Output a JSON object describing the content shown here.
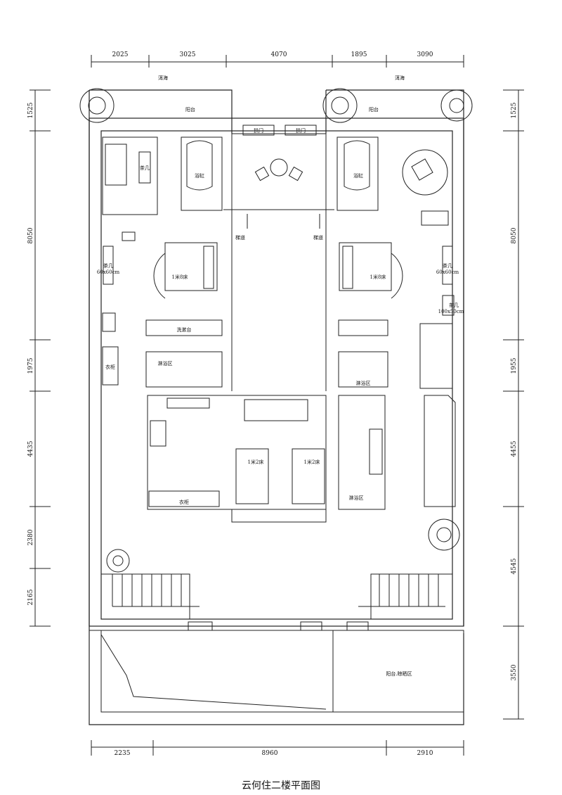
{
  "title": "云何住二楼平面图",
  "dimensions": {
    "top": [
      "2025",
      "3025",
      "4070",
      "1895",
      "3090"
    ],
    "bottom": [
      "2235",
      "8960",
      "2910"
    ],
    "left": [
      "1525",
      "8050",
      "1975",
      "4435",
      "2380",
      "2165"
    ],
    "right": [
      "1525",
      "8050",
      "1955",
      "4455",
      "4545",
      "3550"
    ]
  },
  "labels": {
    "sea_left": "洱海",
    "sea_right": "洱海",
    "balcony_left": "阳台",
    "balcony_right": "阳台",
    "arch_door_1": "拱门",
    "arch_door_2": "拱门",
    "tea_table": "茶几",
    "bathtub_left": "浴缸",
    "bathtub_right": "浴缸",
    "stair_left": "梯道",
    "stair_right": "梯道",
    "bed_left": "1米8床",
    "bed_right": "1米8床",
    "bed_twin_1": "1米2床",
    "bed_twin_2": "1米2床",
    "washbasin": "洗漱台",
    "shower_1": "淋浴区",
    "shower_2": "淋浴区",
    "shower_3": "淋浴区",
    "wardrobe_1": "衣柜",
    "wardrobe_2": "衣柜",
    "balcony_drying": "阳台.晾晒区",
    "small_tea_left": "茶几",
    "small_tea_right": "茶几",
    "small_tea_left_sub": "60x60cm",
    "small_tea_right_sub": "60x60cm",
    "small_item_right": "茶几",
    "small_item_right_sub": "100x50cm"
  }
}
